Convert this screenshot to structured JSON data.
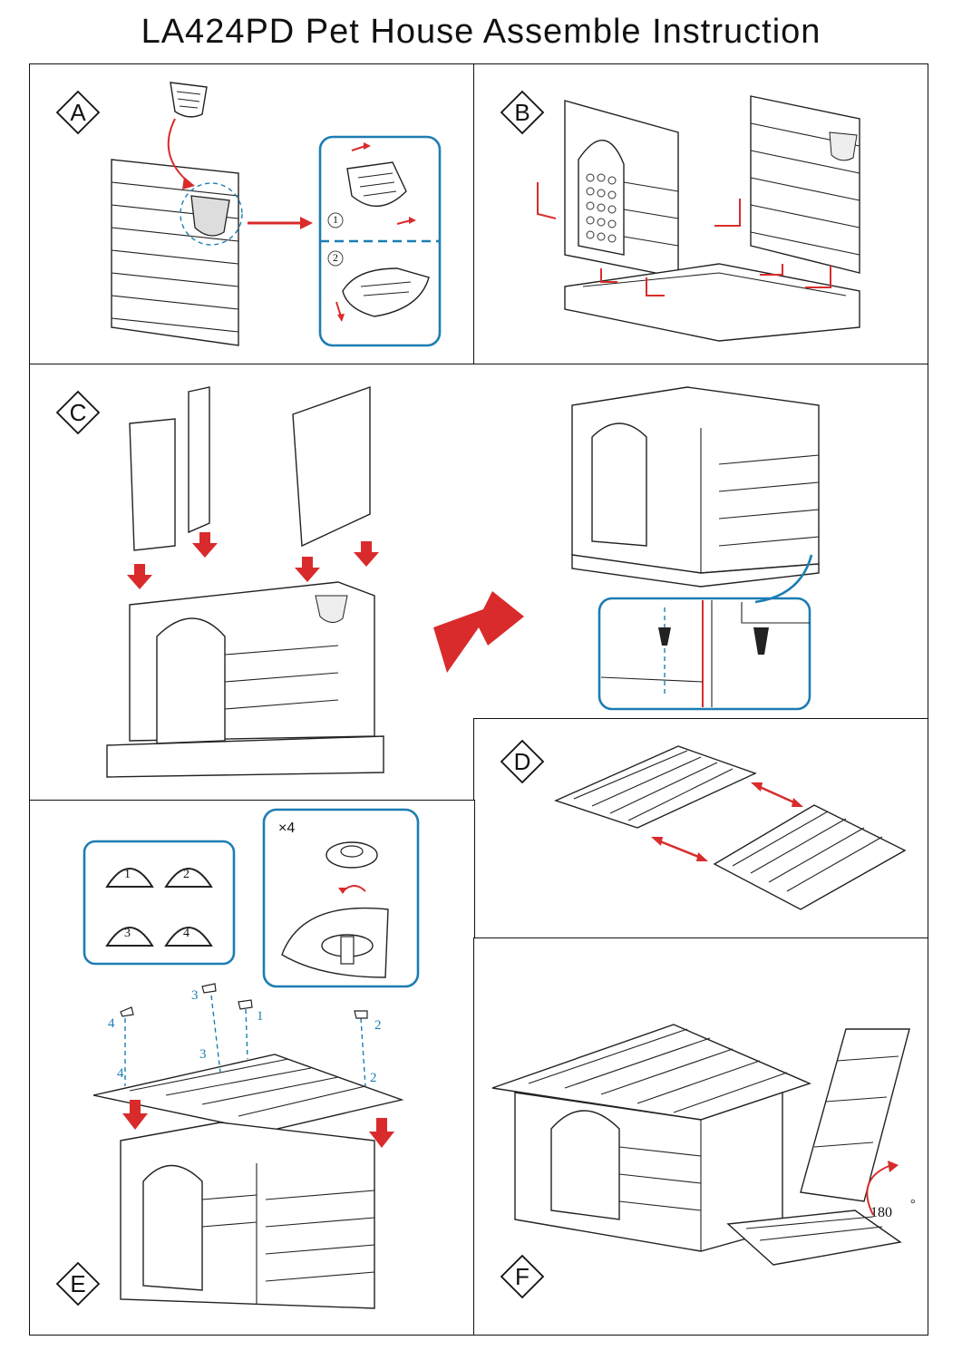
{
  "title": "LA424PD  Pet House Assemble Instruction",
  "steps": {
    "a": "A",
    "b": "B",
    "c": "C",
    "d": "D",
    "e": "E",
    "f": "F"
  },
  "panel_a": {
    "callout_1": "1",
    "callout_2": "2"
  },
  "panel_e": {
    "quantity": "×4",
    "badges": [
      "1",
      "2",
      "3",
      "4"
    ],
    "roof_labels": [
      "4",
      "3",
      "1",
      "2",
      "3",
      "4",
      "2"
    ]
  },
  "panel_f": {
    "rotation": "180",
    "degree": "°"
  },
  "colors": {
    "outline": "#111111",
    "accent_blue": "#1c7db3",
    "arrow_red": "#d92b2b"
  }
}
